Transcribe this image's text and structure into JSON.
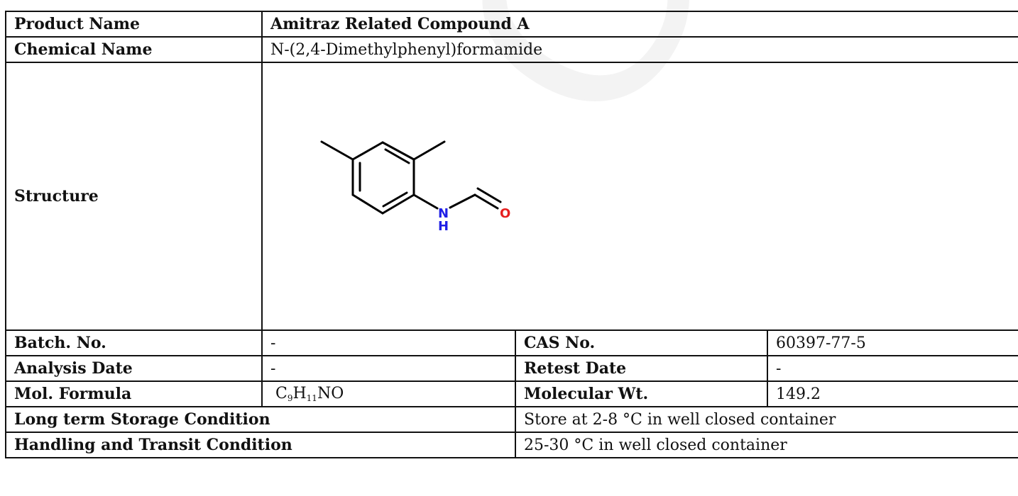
{
  "watermark": {
    "text": "COA"
  },
  "rows": {
    "product_name": {
      "label": "Product Name",
      "value": "Amitraz Related Compound A"
    },
    "chemical_name": {
      "label": "Chemical Name",
      "value": "N-(2,4-Dimethylphenyl)formamide"
    },
    "structure": {
      "label": "Structure",
      "atom_n": "N",
      "atom_h": "H",
      "atom_o": "O",
      "colors": {
        "nitrogen": "#1f1fe6",
        "oxygen": "#e61f1f",
        "bond": "#000000"
      }
    },
    "batch": {
      "label": "Batch. No.",
      "value": "-"
    },
    "cas": {
      "label": "CAS No.",
      "value": "60397-77-5"
    },
    "analysis_date": {
      "label": "Analysis Date",
      "value": "-"
    },
    "retest_date": {
      "label": "Retest Date",
      "value": "-"
    },
    "formula": {
      "label": "Mol. Formula",
      "c": "C",
      "c_n": "9",
      "h": "H",
      "h_n": "11",
      "rest": "NO"
    },
    "mol_wt": {
      "label": "Molecular Wt.",
      "value": "149.2"
    },
    "storage": {
      "label": "Long term Storage Condition",
      "value": "Store at 2-8 °C in well closed container"
    },
    "handling": {
      "label": "Handling and Transit Condition",
      "value": "25-30 °C in well closed container"
    }
  }
}
